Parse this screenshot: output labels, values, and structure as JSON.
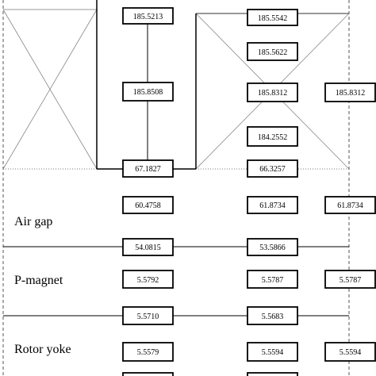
{
  "diagram": {
    "regions": {
      "air_gap": "Air gap",
      "p_magnet": "P-magnet",
      "rotor_yoke": "Rotor yoke"
    },
    "values": {
      "c1": [
        "185.5213",
        "185.8508",
        "67.1827",
        "60.4758",
        "54.0815",
        "5.5792",
        "5.5710",
        "5.5579"
      ],
      "c2": [
        "185.5542",
        "185.5622",
        "185.8312",
        "184.2552",
        "66.3257",
        "61.8734",
        "53.5866",
        "5.5787",
        "5.5683",
        "5.5594"
      ],
      "c3": [
        "185.8312",
        "61.8734",
        "5.5787",
        "5.5594"
      ]
    }
  }
}
